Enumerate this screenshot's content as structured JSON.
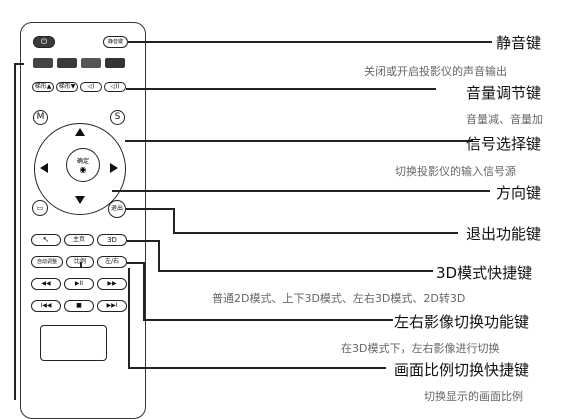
{
  "remote": {
    "power_icon": "power-icon",
    "mute_label": "静音键",
    "volume_row": [
      "梯形▲",
      "梯形▼",
      "◁)",
      "◁))"
    ],
    "m_label": "M",
    "s_label": "S",
    "ok_label": "确定",
    "exit_label": "退出",
    "row_a": [
      "↖",
      "主页",
      "3D"
    ],
    "row_b": [
      "自动调整",
      "比例",
      "左/右"
    ],
    "row_c": [
      "◀◀",
      "▶II",
      "▶▶"
    ],
    "row_d": [
      "I◀◀",
      "■",
      "▶▶I"
    ]
  },
  "callouts": [
    {
      "title": "静音键",
      "sub": "关闭或开启投影仪的声音输出"
    },
    {
      "title": "音量调节键",
      "sub": "音量减、音量加"
    },
    {
      "title": "信号选择键",
      "sub": "切换投影仪的输入信号源"
    },
    {
      "title": "方向键",
      "sub": ""
    },
    {
      "title": "退出功能键",
      "sub": ""
    },
    {
      "title": "3D模式快捷键",
      "sub": "普通2D模式、上下3D模式、左右3D模式、2D转3D"
    },
    {
      "title": "左右影像切换功能键",
      "sub": "在3D模式下，左右影像进行切换"
    },
    {
      "title": "画面比例切换快捷键",
      "sub": "切换显示的画面比例"
    }
  ],
  "colors": {
    "key_colors": [
      "#444444",
      "#3a3a3a",
      "#555555",
      "#333333"
    ]
  }
}
